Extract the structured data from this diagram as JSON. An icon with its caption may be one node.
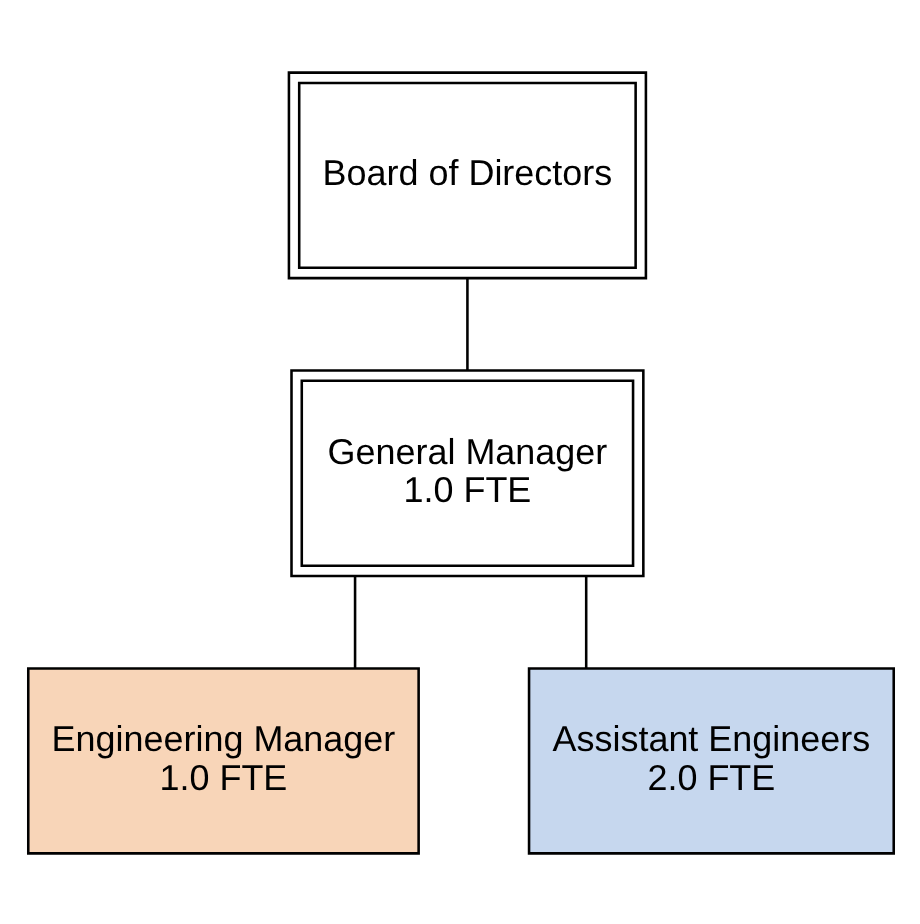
{
  "diagram": {
    "nodes": [
      {
        "text": [
          "Board of Directors"
        ]
      },
      {
        "text": [
          "General Manager",
          "1.0 FTE"
        ]
      },
      {
        "text": [
          "Engineering Manager",
          "1.0 FTE"
        ]
      },
      {
        "text": [
          "Assistant Engineers",
          "2.0 FTE"
        ]
      }
    ],
    "edges": [
      {
        "from": 0,
        "to": 1,
        "arrow": "none"
      },
      {
        "from": 1,
        "to": 2,
        "arrow": "none"
      },
      {
        "from": 1,
        "to": 3,
        "arrow": "none"
      }
    ]
  }
}
